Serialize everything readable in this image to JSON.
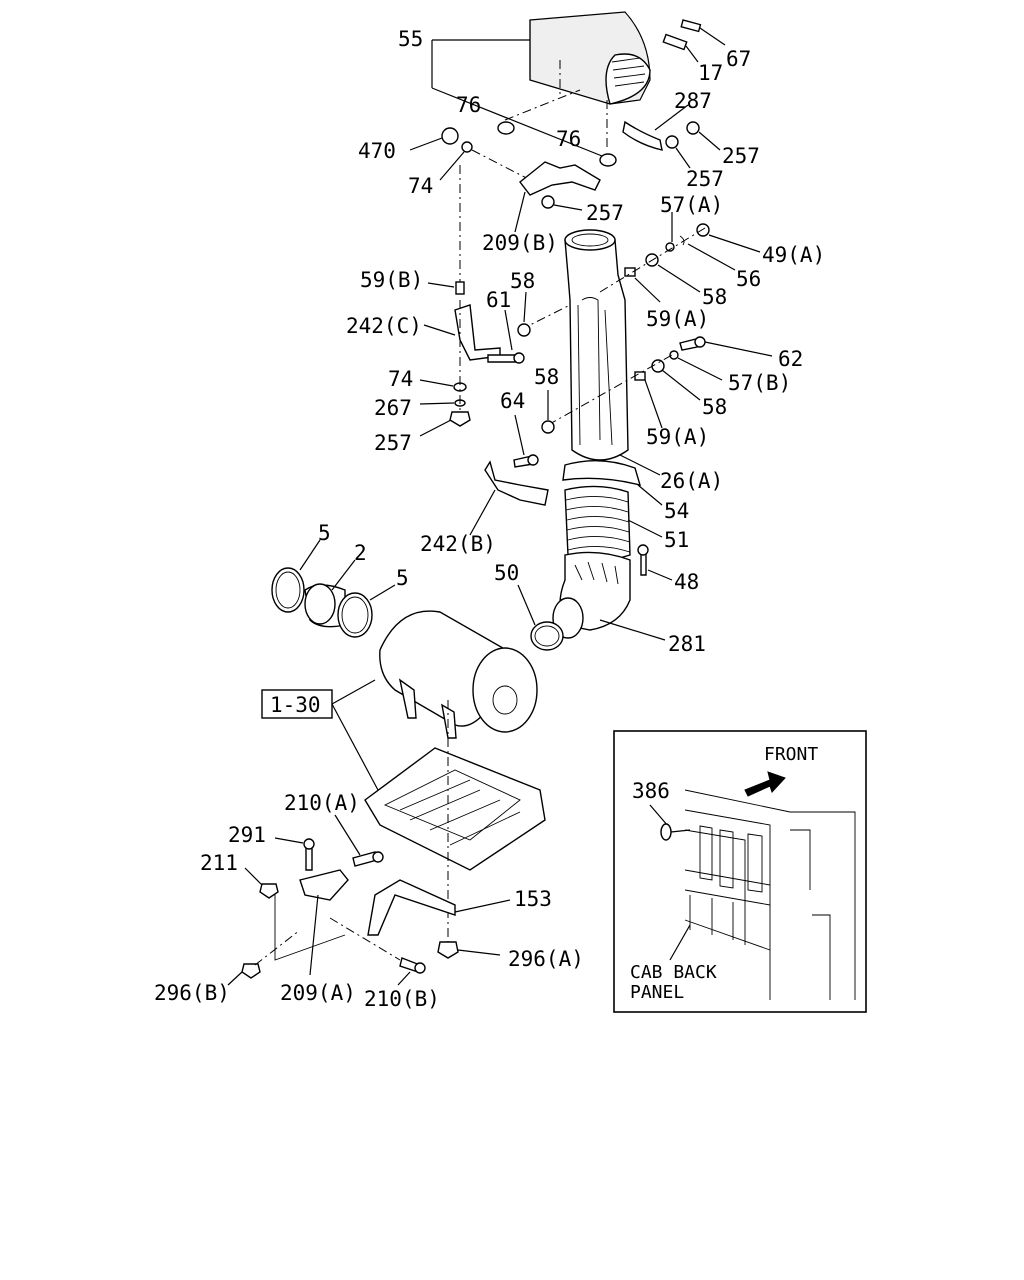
{
  "callouts": {
    "c55": "55",
    "c67": "67",
    "c17": "17",
    "c76a": "76",
    "c76b": "76",
    "c287": "287",
    "c470": "470",
    "c74a": "74",
    "c257a": "257",
    "c257b": "257",
    "c257c": "257",
    "c209b": "209(B)",
    "c57a": "57(A)",
    "c49a": "49(A)",
    "c56": "56",
    "c59b": "59(B)",
    "c58a": "58",
    "c61": "61",
    "c58b": "58",
    "c59a1": "59(A)",
    "c242c": "242(C)",
    "c62": "62",
    "c74b": "74",
    "c57b": "57(B)",
    "c267": "267",
    "c58c": "58",
    "c58d": "58",
    "c64": "64",
    "c257d": "257",
    "c59a2": "59(A)",
    "c26a": "26(A)",
    "c54": "54",
    "c242b": "242(B)",
    "c51": "51",
    "c5a": "5",
    "c2": "2",
    "c50": "50",
    "c5b": "5",
    "c48": "48",
    "c281": "281",
    "c1_30": "1-30",
    "c210a": "210(A)",
    "c291": "291",
    "c211": "211",
    "c153": "153",
    "c296a": "296(A)",
    "c296b": "296(B)",
    "c209a": "209(A)",
    "c210b": "210(B)"
  },
  "inset": {
    "front": "FRONT",
    "c386": "386",
    "cab_line1": "CAB BACK",
    "cab_line2": "PANEL"
  }
}
